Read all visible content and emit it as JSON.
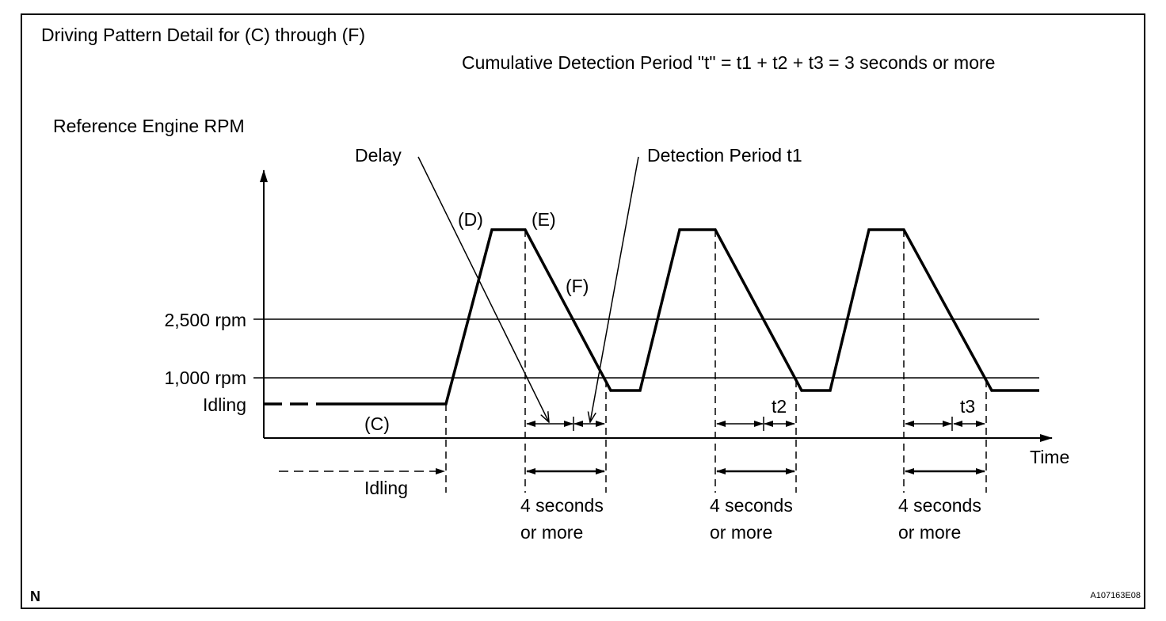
{
  "title": "Driving Pattern Detail for (C) through (F)",
  "formula": "Cumulative Detection Period \"t\" = t1 + t2 + t3 = 3 seconds or more",
  "y_axis_label": "Reference Engine RPM",
  "x_axis_label": "Time",
  "levels": {
    "high": "2,500 rpm",
    "mid": "1,000 rpm",
    "idle": "Idling"
  },
  "callouts": {
    "delay": "Delay",
    "detection": "Detection Period t1"
  },
  "phases": {
    "c": "(C)",
    "d": "(D)",
    "e": "(E)",
    "f": "(F)"
  },
  "period_labels": {
    "t2": "t2",
    "t3": "t3"
  },
  "idling_span": "Idling",
  "interval": {
    "line1": "4 seconds",
    "line2": "or more"
  },
  "corner_mark": "N",
  "figure_code": "A107163E08",
  "colors": {
    "ink": "#000000",
    "background": "#ffffff"
  }
}
